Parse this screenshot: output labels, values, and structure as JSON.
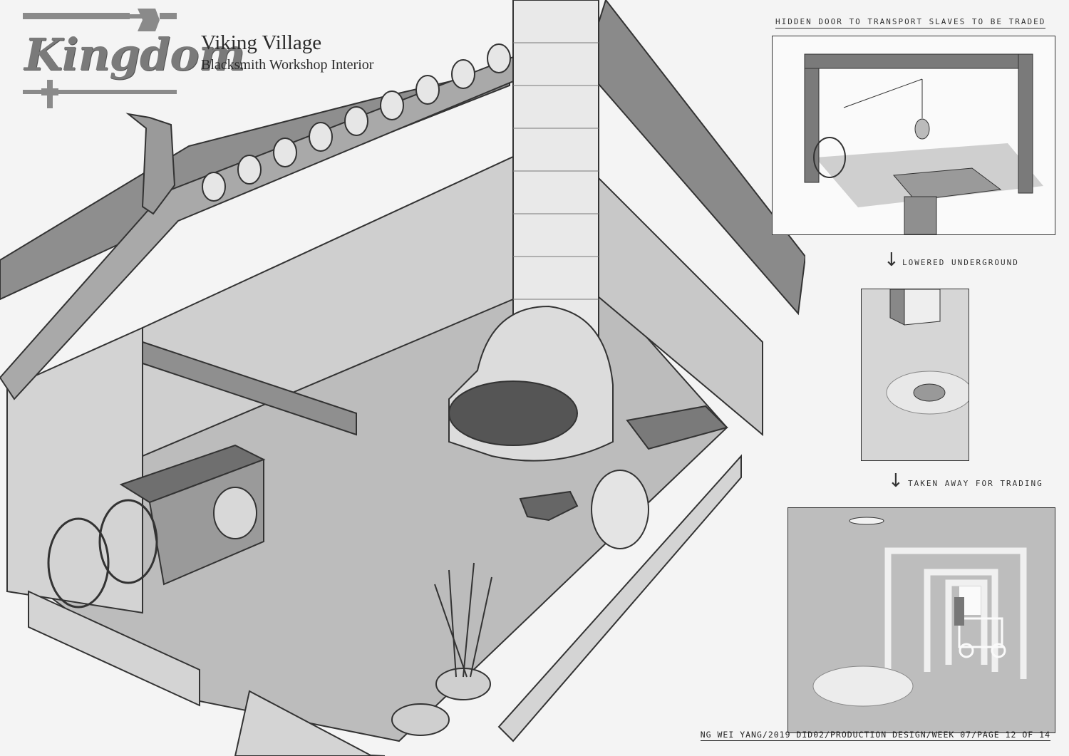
{
  "header": {
    "logo_text": "Kingdom",
    "title": "Viking Village",
    "subtitle": "Blacksmith Workshop Interior"
  },
  "storyboard": {
    "captions": [
      "Hidden Door To Transport Slaves To Be Traded",
      "Lowered Underground",
      "Taken Away For Trading"
    ]
  },
  "footer": {
    "credit": "NG WEI YANG/2019 DID02/PRODUCTION DESIGN/WEEK 07/PAGE 12 OF 14"
  }
}
